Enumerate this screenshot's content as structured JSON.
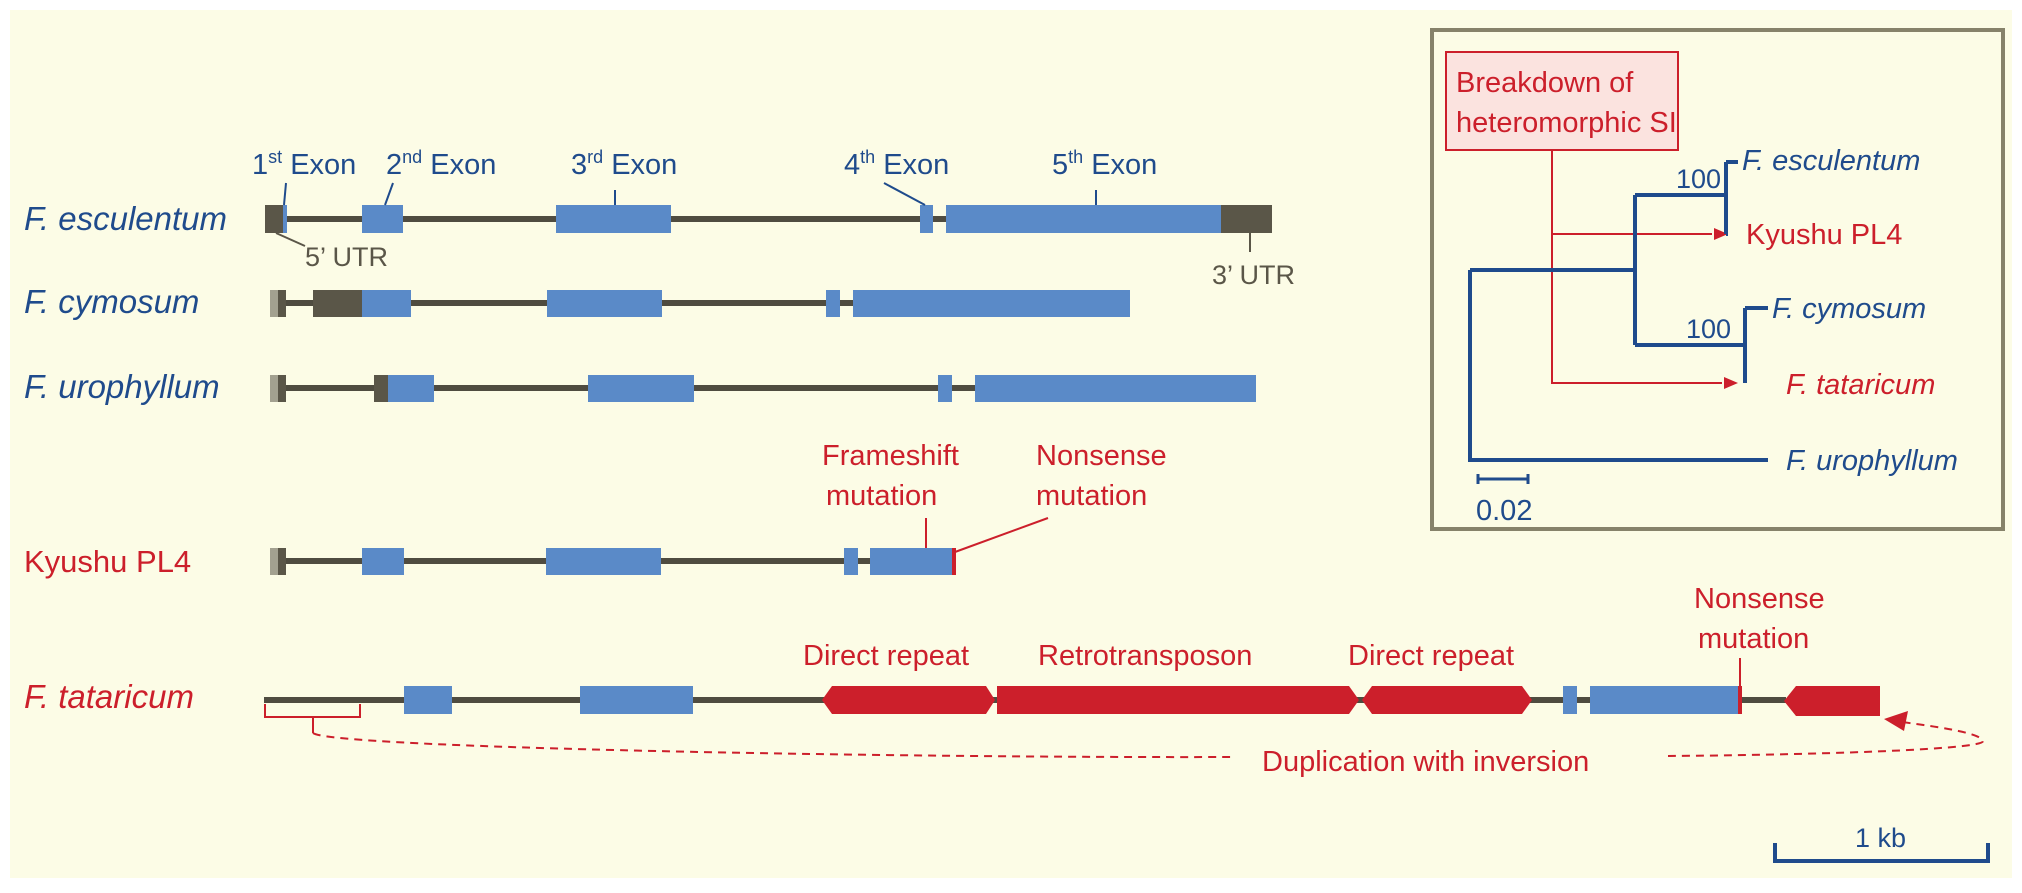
{
  "colors": {
    "background": "#fcfce6",
    "blue": "#1f4b8c",
    "exon": "#5a8ac8",
    "red": "#cc1f2b",
    "dark": "#5a5648",
    "line": "#4f4c40",
    "box_border": "#86826a",
    "breakdown_fill": "#fbe3df"
  },
  "species": {
    "esculentum": "F. esculentum",
    "cymosum": "F. cymosum",
    "urophyllum": "F. urophyllum",
    "kyushu": "Kyushu PL4",
    "tataricum": "F. tataricum"
  },
  "exon_labels": {
    "e1_num": "1",
    "e1_sup": "st",
    "e1_word": " Exon",
    "e2_num": "2",
    "e2_sup": "nd",
    "e2_word": " Exon",
    "e3_num": "3",
    "e3_sup": "rd",
    "e3_word": " Exon",
    "e4_num": "4",
    "e4_sup": "th",
    "e4_word": " Exon",
    "e5_num": "5",
    "e5_sup": "th",
    "e5_word": " Exon"
  },
  "utr": {
    "five": "5’ UTR",
    "three": "3’ UTR"
  },
  "mutations": {
    "frameshift_1": "Frameshift",
    "frameshift_2": "mutation",
    "nonsense_a1": "Nonsense",
    "nonsense_a2": "mutation",
    "nonsense_b1": "Nonsense",
    "nonsense_b2": "mutation"
  },
  "insertions": {
    "direct_repeat_1": "Direct repeat",
    "retrotransposon": "Retrotransposon",
    "direct_repeat_2": "Direct repeat",
    "duplication": "Duplication with inversion"
  },
  "tree": {
    "breakdown_1": "Breakdown of",
    "breakdown_2": "heteromorphic SI",
    "bootstrap_1": "100",
    "bootstrap_2": "100",
    "leaf_esculentum": "F. esculentum",
    "leaf_kyushu": "Kyushu PL4",
    "leaf_cymosum": "F. cymosum",
    "leaf_tataricum": "F. tataricum",
    "leaf_urophyllum": "F. urophyllum",
    "scale": "0.02"
  },
  "scale_bar": "1 kb"
}
